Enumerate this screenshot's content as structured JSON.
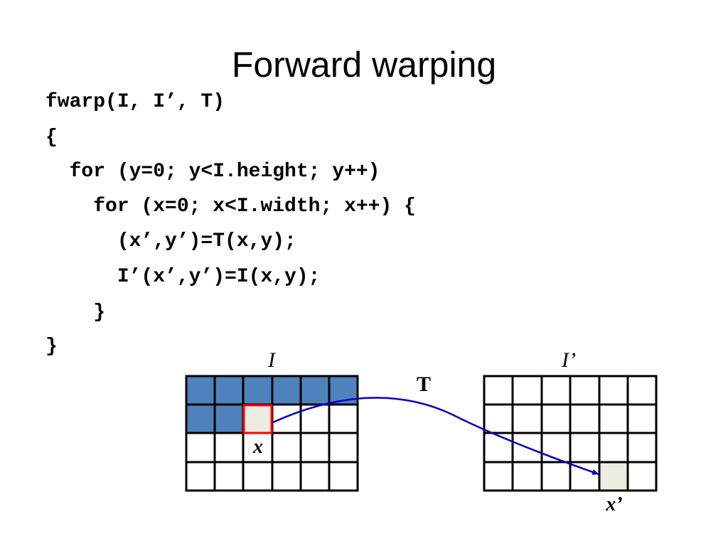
{
  "title": "Forward warping",
  "code": [
    "fwarp(I, I’, T)",
    "{",
    "  for (y=0; y<I.height; y++)",
    "    for (x=0; x<I.width; x++) {",
    "      (x’,y’)=T(x,y);",
    "      I’(x’,y’)=I(x,y);",
    "    }",
    "}"
  ],
  "diagram": {
    "source_label": "I",
    "target_label": "I’",
    "transform_label": "T",
    "source_pixel_label": "x",
    "target_pixel_label": "x’",
    "colors": {
      "filled": "#4f81bd",
      "pixel": "#eeece1",
      "highlight": "#ff0000",
      "arrow": "#0000cc"
    }
  }
}
